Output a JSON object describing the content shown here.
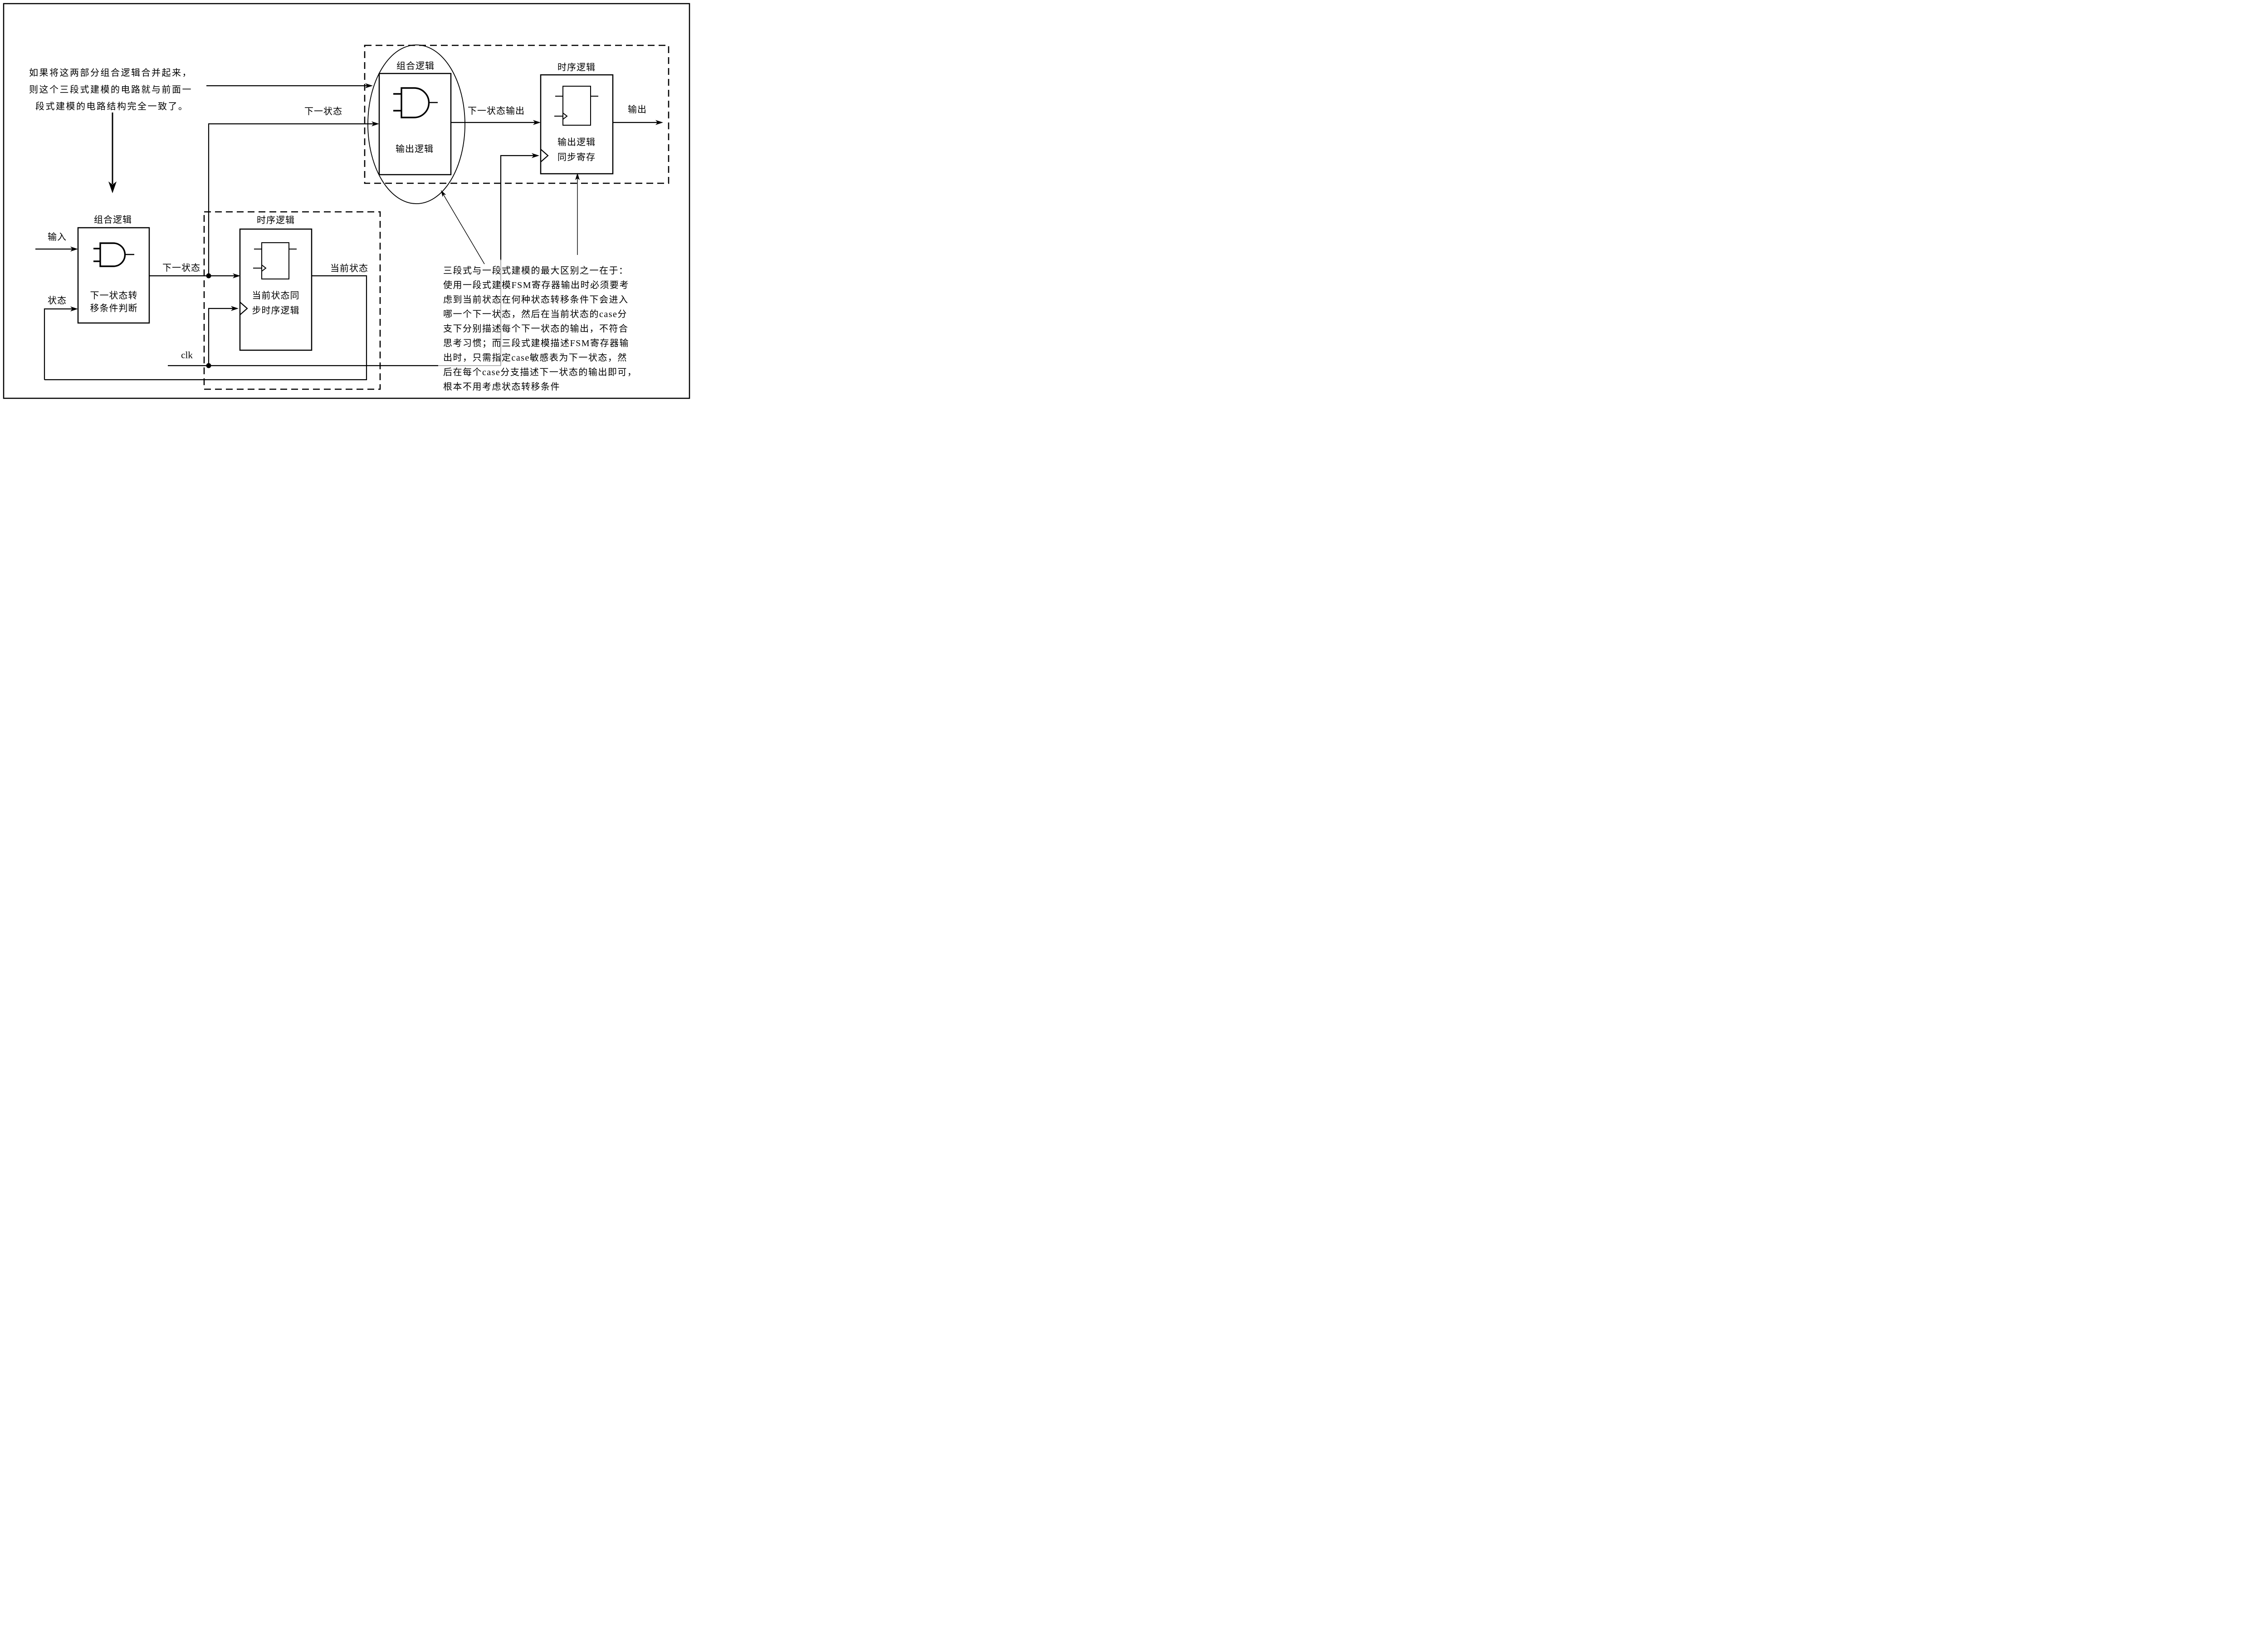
{
  "colors": {
    "ink": "#000000",
    "faded_line": "#9a9a9a",
    "background": "#ffffff"
  },
  "note_top_left": {
    "lines": [
      "如果将这两部分组合逻辑合并起来，",
      "则这个三段式建模的电路就与前面一",
      "段式建模的电路结构完全一致了。"
    ]
  },
  "note_bottom_right": {
    "lines": [
      "三段式与一段式建模的最大区别之一在于：",
      "使用一段式建模FSM寄存器输出时必须要考",
      "虑到当前状态在何种状态转移条件下会进入",
      "哪一个下一状态，然后在当前状态的case分",
      "支下分别描述每个下一状态的输出，不符合",
      "思考习惯；而三段式建模描述FSM寄存器输",
      "出时，只需指定case敏感表为下一状态，然",
      "后在每个case分支描述下一状态的输出即可，",
      "根本不用考虑状态转移条件"
    ]
  },
  "blocks": {
    "next_state_logic": {
      "title": "组合逻辑",
      "body_line1": "下一状态转",
      "body_line2": "移条件判断"
    },
    "current_state_seq": {
      "title": "时序逻辑",
      "body_line1": "当前状态同",
      "body_line2": "步时序逻辑"
    },
    "output_logic": {
      "title": "组合逻辑",
      "body": "输出逻辑"
    },
    "output_register": {
      "title": "时序逻辑",
      "body_line1": "输出逻辑",
      "body_line2": "同步寄存"
    }
  },
  "labels": {
    "input": "输入",
    "state": "状态",
    "next_state_left": "下一状态",
    "next_state_top": "下一状态",
    "current_state": "当前状态",
    "clk": "clk",
    "next_state_output": "下一状态输出",
    "output": "输出"
  },
  "icons": {
    "and_gate": "and-gate-icon",
    "flip_flop": "d-flip-flop-icon",
    "clock_wedge": "clock-wedge-icon"
  }
}
